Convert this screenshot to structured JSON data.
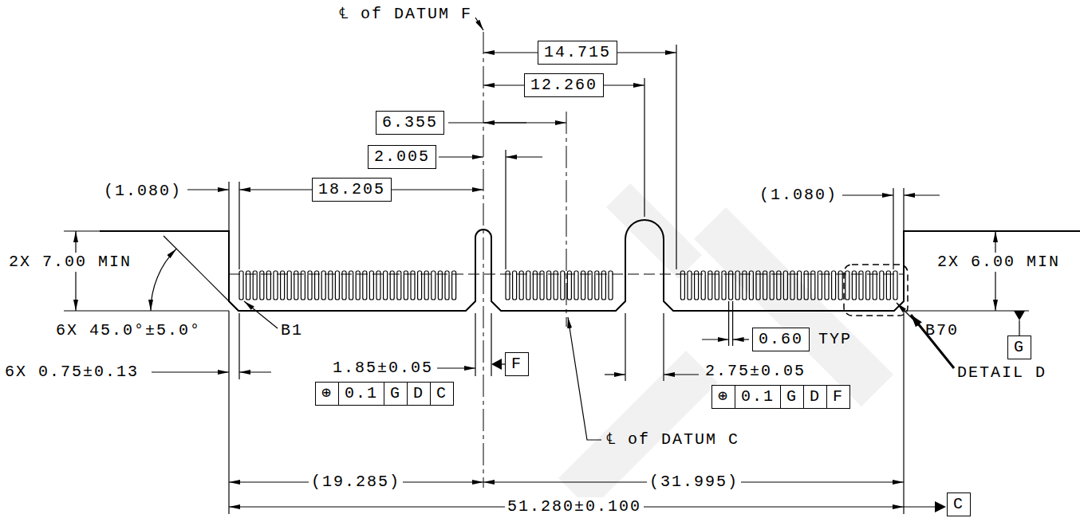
{
  "diagram": {
    "nodes": [
      {
        "text": [
          "14.715"
        ]
      },
      {
        "text": [
          "12.260"
        ]
      },
      {
        "text": [
          "6.355"
        ]
      },
      {
        "text": [
          "2.005"
        ]
      },
      {
        "text": [
          "18.205"
        ]
      },
      {
        "text": [
          "0.60"
        ]
      },
      {
        "text": [
          "G"
        ]
      },
      {
        "text": [
          "F"
        ]
      },
      {
        "text": [
          "⊕",
          "0.1",
          "G",
          "D",
          "C"
        ]
      },
      {
        "text": [
          "⊕",
          "0.1",
          "G",
          "D",
          "F"
        ]
      },
      {
        "text": [
          "C"
        ]
      }
    ],
    "labels": [
      "℄ of DATUM F",
      "(1.080)",
      "(1.080)",
      "2X 7.00 MIN",
      "2X 6.00 MIN",
      "6X 45.0°±5.0°",
      "B1",
      "TYP",
      "B70",
      "1.85±0.05",
      "2.75±0.05",
      "DETAIL D",
      "6X 0.75±0.13",
      "℄ of DATUM C",
      "(19.285)",
      "(31.995)",
      "51.280±0.100"
    ]
  }
}
